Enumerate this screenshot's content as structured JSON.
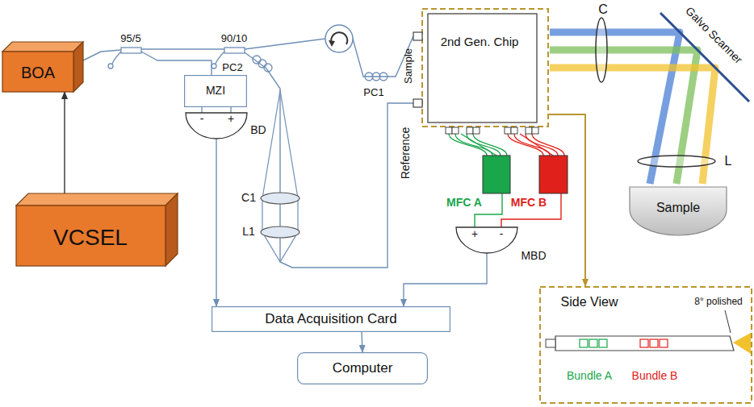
{
  "diagram": {
    "nodes": [
      {
        "text": [
          "VCSEL"
        ]
      },
      {
        "text": [
          "BOA"
        ]
      },
      {
        "text": [
          "95/5"
        ]
      },
      {
        "text": [
          "90/10"
        ]
      },
      {
        "text": [
          "MZI"
        ]
      },
      {
        "text": [
          "-",
          "+",
          "BD"
        ]
      },
      {
        "text": [
          "Data Acquisition Card"
        ]
      },
      {
        "text": [
          "Computer"
        ]
      },
      {
        "text": [
          "2nd Gen. Chip"
        ]
      },
      {
        "text": [
          "MFC A"
        ]
      },
      {
        "text": [
          "MFC B"
        ]
      },
      {
        "text": [
          "+",
          "-",
          "MBD"
        ]
      },
      {
        "text": [
          "Sample"
        ]
      },
      {
        "text": [
          "Side View",
          "8° polished",
          "Bundle A",
          "Bundle B"
        ]
      }
    ],
    "edges": [
      {
        "from": 0,
        "to": 1,
        "arrow": "to"
      },
      {
        "from": 1,
        "to": 2,
        "arrow": "none"
      },
      {
        "from": 2,
        "to": 3,
        "arrow": "none"
      },
      {
        "from": 2,
        "to": 4,
        "arrow": "none"
      },
      {
        "from": 4,
        "to": 5,
        "arrow": "none"
      },
      {
        "from": 3,
        "to": 8,
        "arrow": "none"
      },
      {
        "from": 3,
        "to": 8,
        "arrow": "none"
      },
      {
        "from": 5,
        "to": 6,
        "arrow": "to"
      },
      {
        "from": 8,
        "to": 9,
        "arrow": "none"
      },
      {
        "from": 8,
        "to": 10,
        "arrow": "none"
      },
      {
        "from": 9,
        "to": 11,
        "arrow": "none"
      },
      {
        "from": 10,
        "to": 11,
        "arrow": "none"
      },
      {
        "from": 11,
        "to": 6,
        "arrow": "to"
      },
      {
        "from": 6,
        "to": 7,
        "arrow": "to"
      },
      {
        "from": 8,
        "to": 13,
        "arrow": "to"
      }
    ],
    "labels": [
      "Sample",
      "Reference",
      "PC1",
      "PC2",
      "C1",
      "L1",
      "C",
      "Galvo Scanner",
      "L"
    ]
  }
}
